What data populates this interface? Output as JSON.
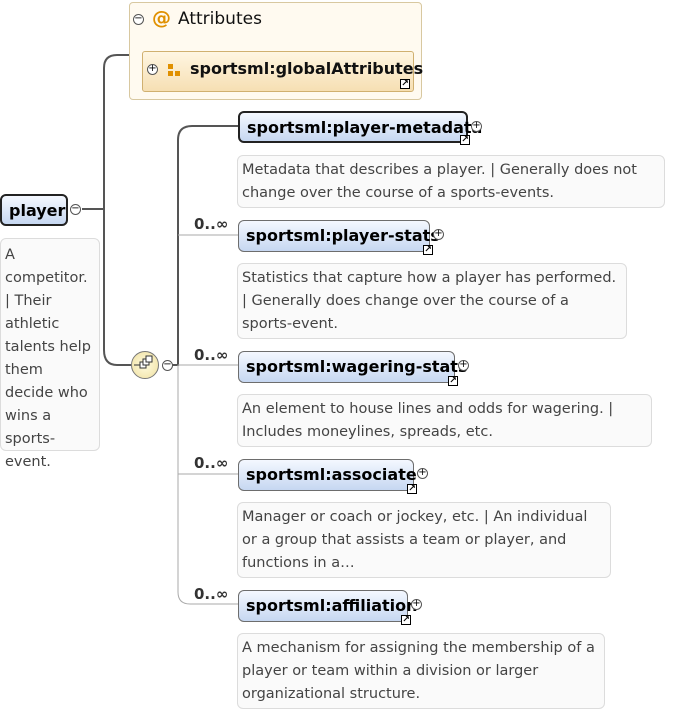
{
  "root": {
    "name": "player",
    "doc": "A competitor. | Their athletic talents help them decide who wins a sports-event.",
    "doc_lines": [
      "A",
      "competitor.",
      "| Their",
      "athletic",
      "talents help",
      "them",
      "decide who",
      "wins a",
      "sports-event."
    ]
  },
  "attributes": {
    "title": "Attributes",
    "at_symbol": "@",
    "group_ref": "sportsml:globalAttributes"
  },
  "children": [
    {
      "name": "sportsml:player-metadata",
      "occurs": "",
      "doc_lines": [
        "Metadata that describes a player. | Generally does not",
        "change over the course of a sports-events."
      ]
    },
    {
      "name": "sportsml:player-stats",
      "occurs": "0..∞",
      "doc_lines": [
        "Statistics that capture how a player has performed.",
        "| Generally does change over the course of a",
        "sports-event."
      ]
    },
    {
      "name": "sportsml:wagering-stats",
      "occurs": "0..∞",
      "doc_lines": [
        "An element to house lines and odds for wagering. |",
        "Includes moneylines, spreads, etc."
      ]
    },
    {
      "name": "sportsml:associate",
      "occurs": "0..∞",
      "doc_lines": [
        "Manager or coach or jockey, etc. | An individual",
        "or a group that assists a team or player, and",
        "functions in a…"
      ]
    },
    {
      "name": "sportsml:affiliation",
      "occurs": "0..∞",
      "doc_lines": [
        "A mechanism for assigning the membership of a",
        "player or team within a division or larger",
        "organizational structure."
      ]
    }
  ],
  "icons": {
    "collapse": "minus-circle-icon",
    "expand": "plus-circle-icon",
    "reference": "reference-arrow-icon",
    "sequence": "sequence-compositor-icon"
  }
}
